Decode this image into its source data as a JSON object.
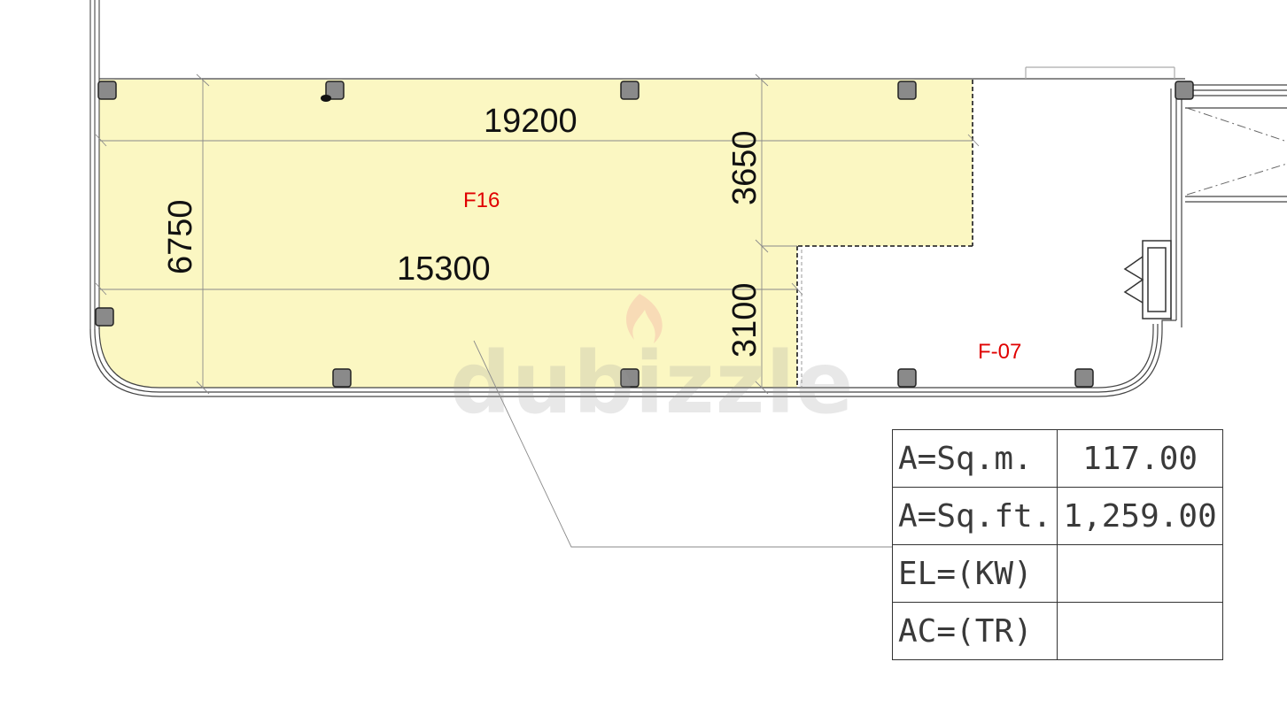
{
  "floor_plan": {
    "units": {
      "highlighted": {
        "label": "F16",
        "fill": "#fbf7c2"
      },
      "adjacent": {
        "label": "F-07"
      }
    },
    "dimensions": {
      "top_length": "19200",
      "bottom_length": "15300",
      "left_depth": "6750",
      "right_upper_depth": "3650",
      "right_lower_depth": "3100"
    },
    "watermark": "dubizzle"
  },
  "area_table": [
    {
      "key": "A=Sq.m.",
      "value": "117.00"
    },
    {
      "key": "A=Sq.ft.",
      "value": "1,259.00"
    },
    {
      "key": "EL=(KW)",
      "value": ""
    },
    {
      "key": "AC=(TR)",
      "value": ""
    }
  ]
}
